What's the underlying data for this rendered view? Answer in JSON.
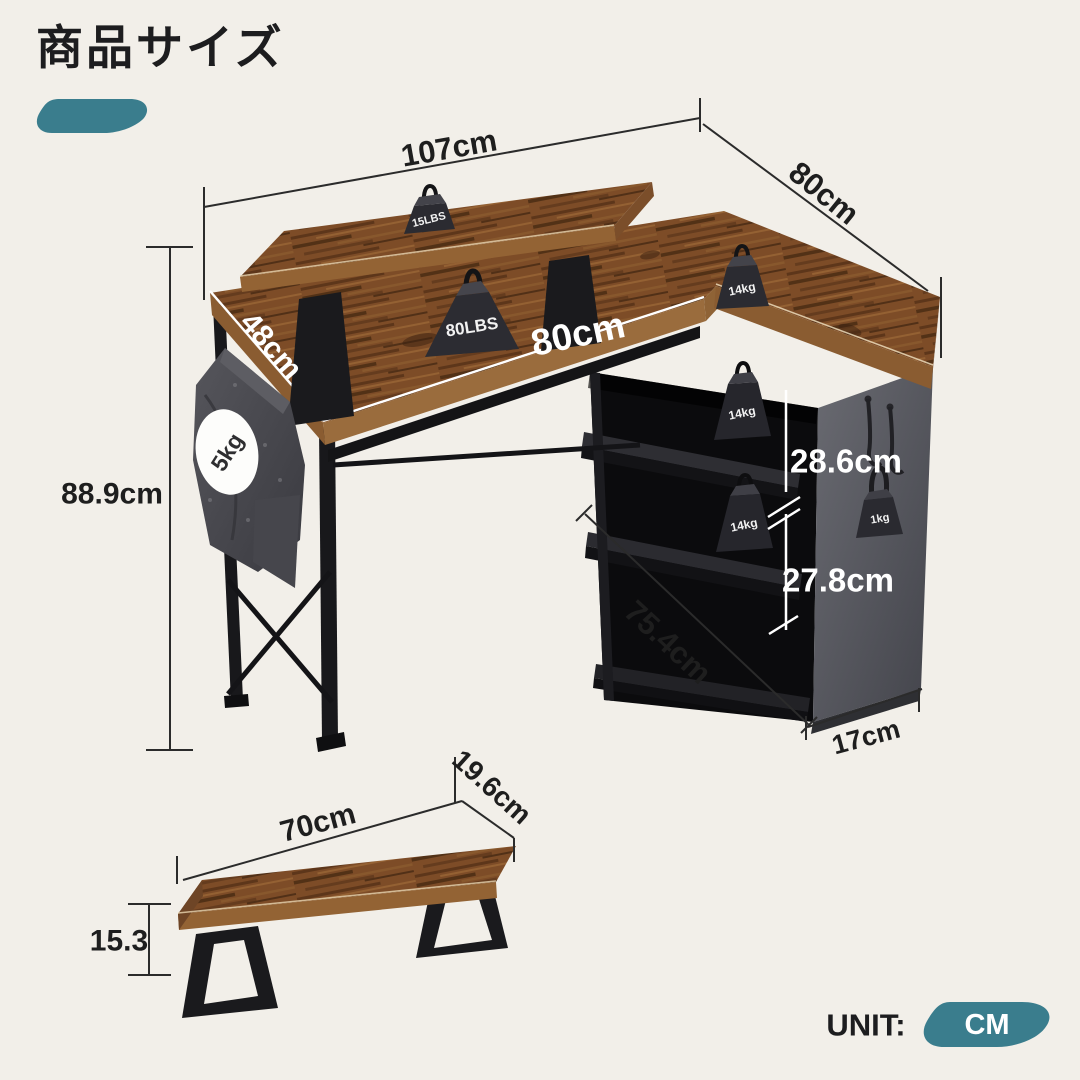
{
  "header": {
    "title": "商品サイズ"
  },
  "footer": {
    "unit_label": "UNIT:",
    "unit_value": "CM"
  },
  "colors": {
    "background": "#F2EFE9",
    "accent_teal": "#3A7D8D",
    "wood_brown": "#7D4C27",
    "metal_black": "#19191C",
    "dim_line": "#2B2B2B",
    "shelf_panel_gray": "#55565C"
  },
  "desk": {
    "top_width": "107cm",
    "wing_depth": "80cm",
    "desktop_depth": "48cm",
    "desktop_front_width": "80cm",
    "total_height": "88.9cm",
    "upper_cubby_height": "28.6cm",
    "lower_cubby_height": "27.8cm",
    "shelf_length": "75.4cm",
    "shelf_depth": "17cm",
    "load_riser": "15LBS",
    "load_desktop": "80LBS",
    "load_wing": "14kg",
    "load_shelf_mid": "14kg",
    "load_shelf_low": "14kg",
    "load_hook": "1kg",
    "load_side_bag": "5kg"
  },
  "monitor_stand": {
    "width": "70cm",
    "depth": "19.6cm",
    "height": "15.3"
  }
}
